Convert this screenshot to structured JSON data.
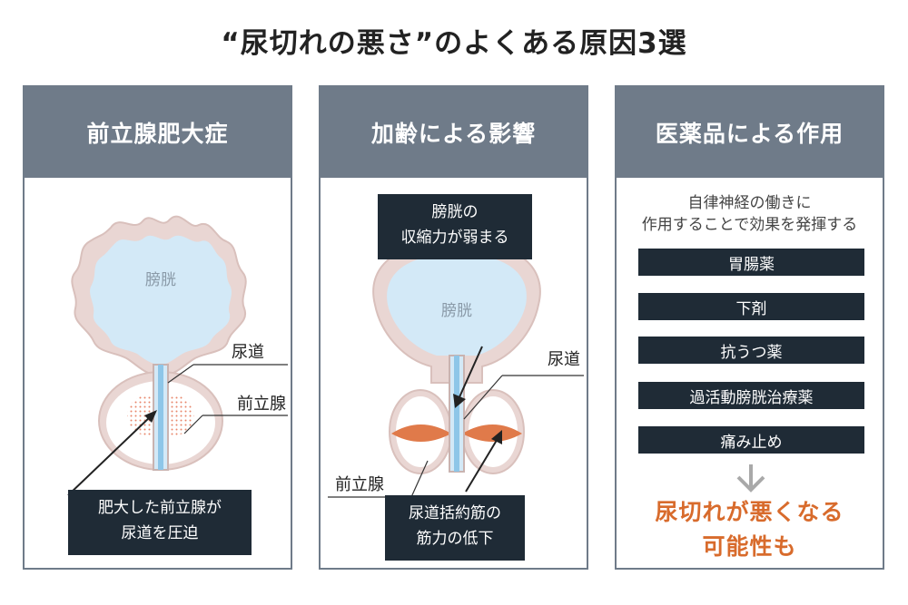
{
  "title": "“尿切れの悪さ”のよくある原因3選",
  "panels": [
    {
      "heading": "前立腺肥大症",
      "labels": {
        "bladder": "膀胱",
        "urethra": "尿道",
        "prostate": "前立腺"
      },
      "callout": [
        "肥大した前立腺が",
        "尿道を圧迫"
      ]
    },
    {
      "heading": "加齢による影響",
      "labels": {
        "bladder": "膀胱",
        "urethra": "尿道",
        "prostate": "前立腺"
      },
      "callout_top": [
        "膀胱の",
        "収縮力が弱まる"
      ],
      "callout_bottom": [
        "尿道括約筋の",
        "筋力の低下"
      ]
    },
    {
      "heading": "医薬品による作用",
      "subtext": [
        "自律神経の働きに",
        "作用することで効果を発揮する"
      ],
      "drugs": [
        "胃腸薬",
        "下剤",
        "抗うつ薬",
        "過活動膀胱治療薬",
        "痛み止め"
      ],
      "result": [
        "尿切れが悪くなる",
        "可能性も"
      ]
    }
  ],
  "colors": {
    "header": "#6f7b89",
    "dark_box": "#1f2b36",
    "bladder_fill": "#d3e9f7",
    "tissue": "#e9d6d3",
    "muscle": "#e07a4a",
    "result_text": "#d86b2c",
    "arrow": "#a9a9a9"
  }
}
